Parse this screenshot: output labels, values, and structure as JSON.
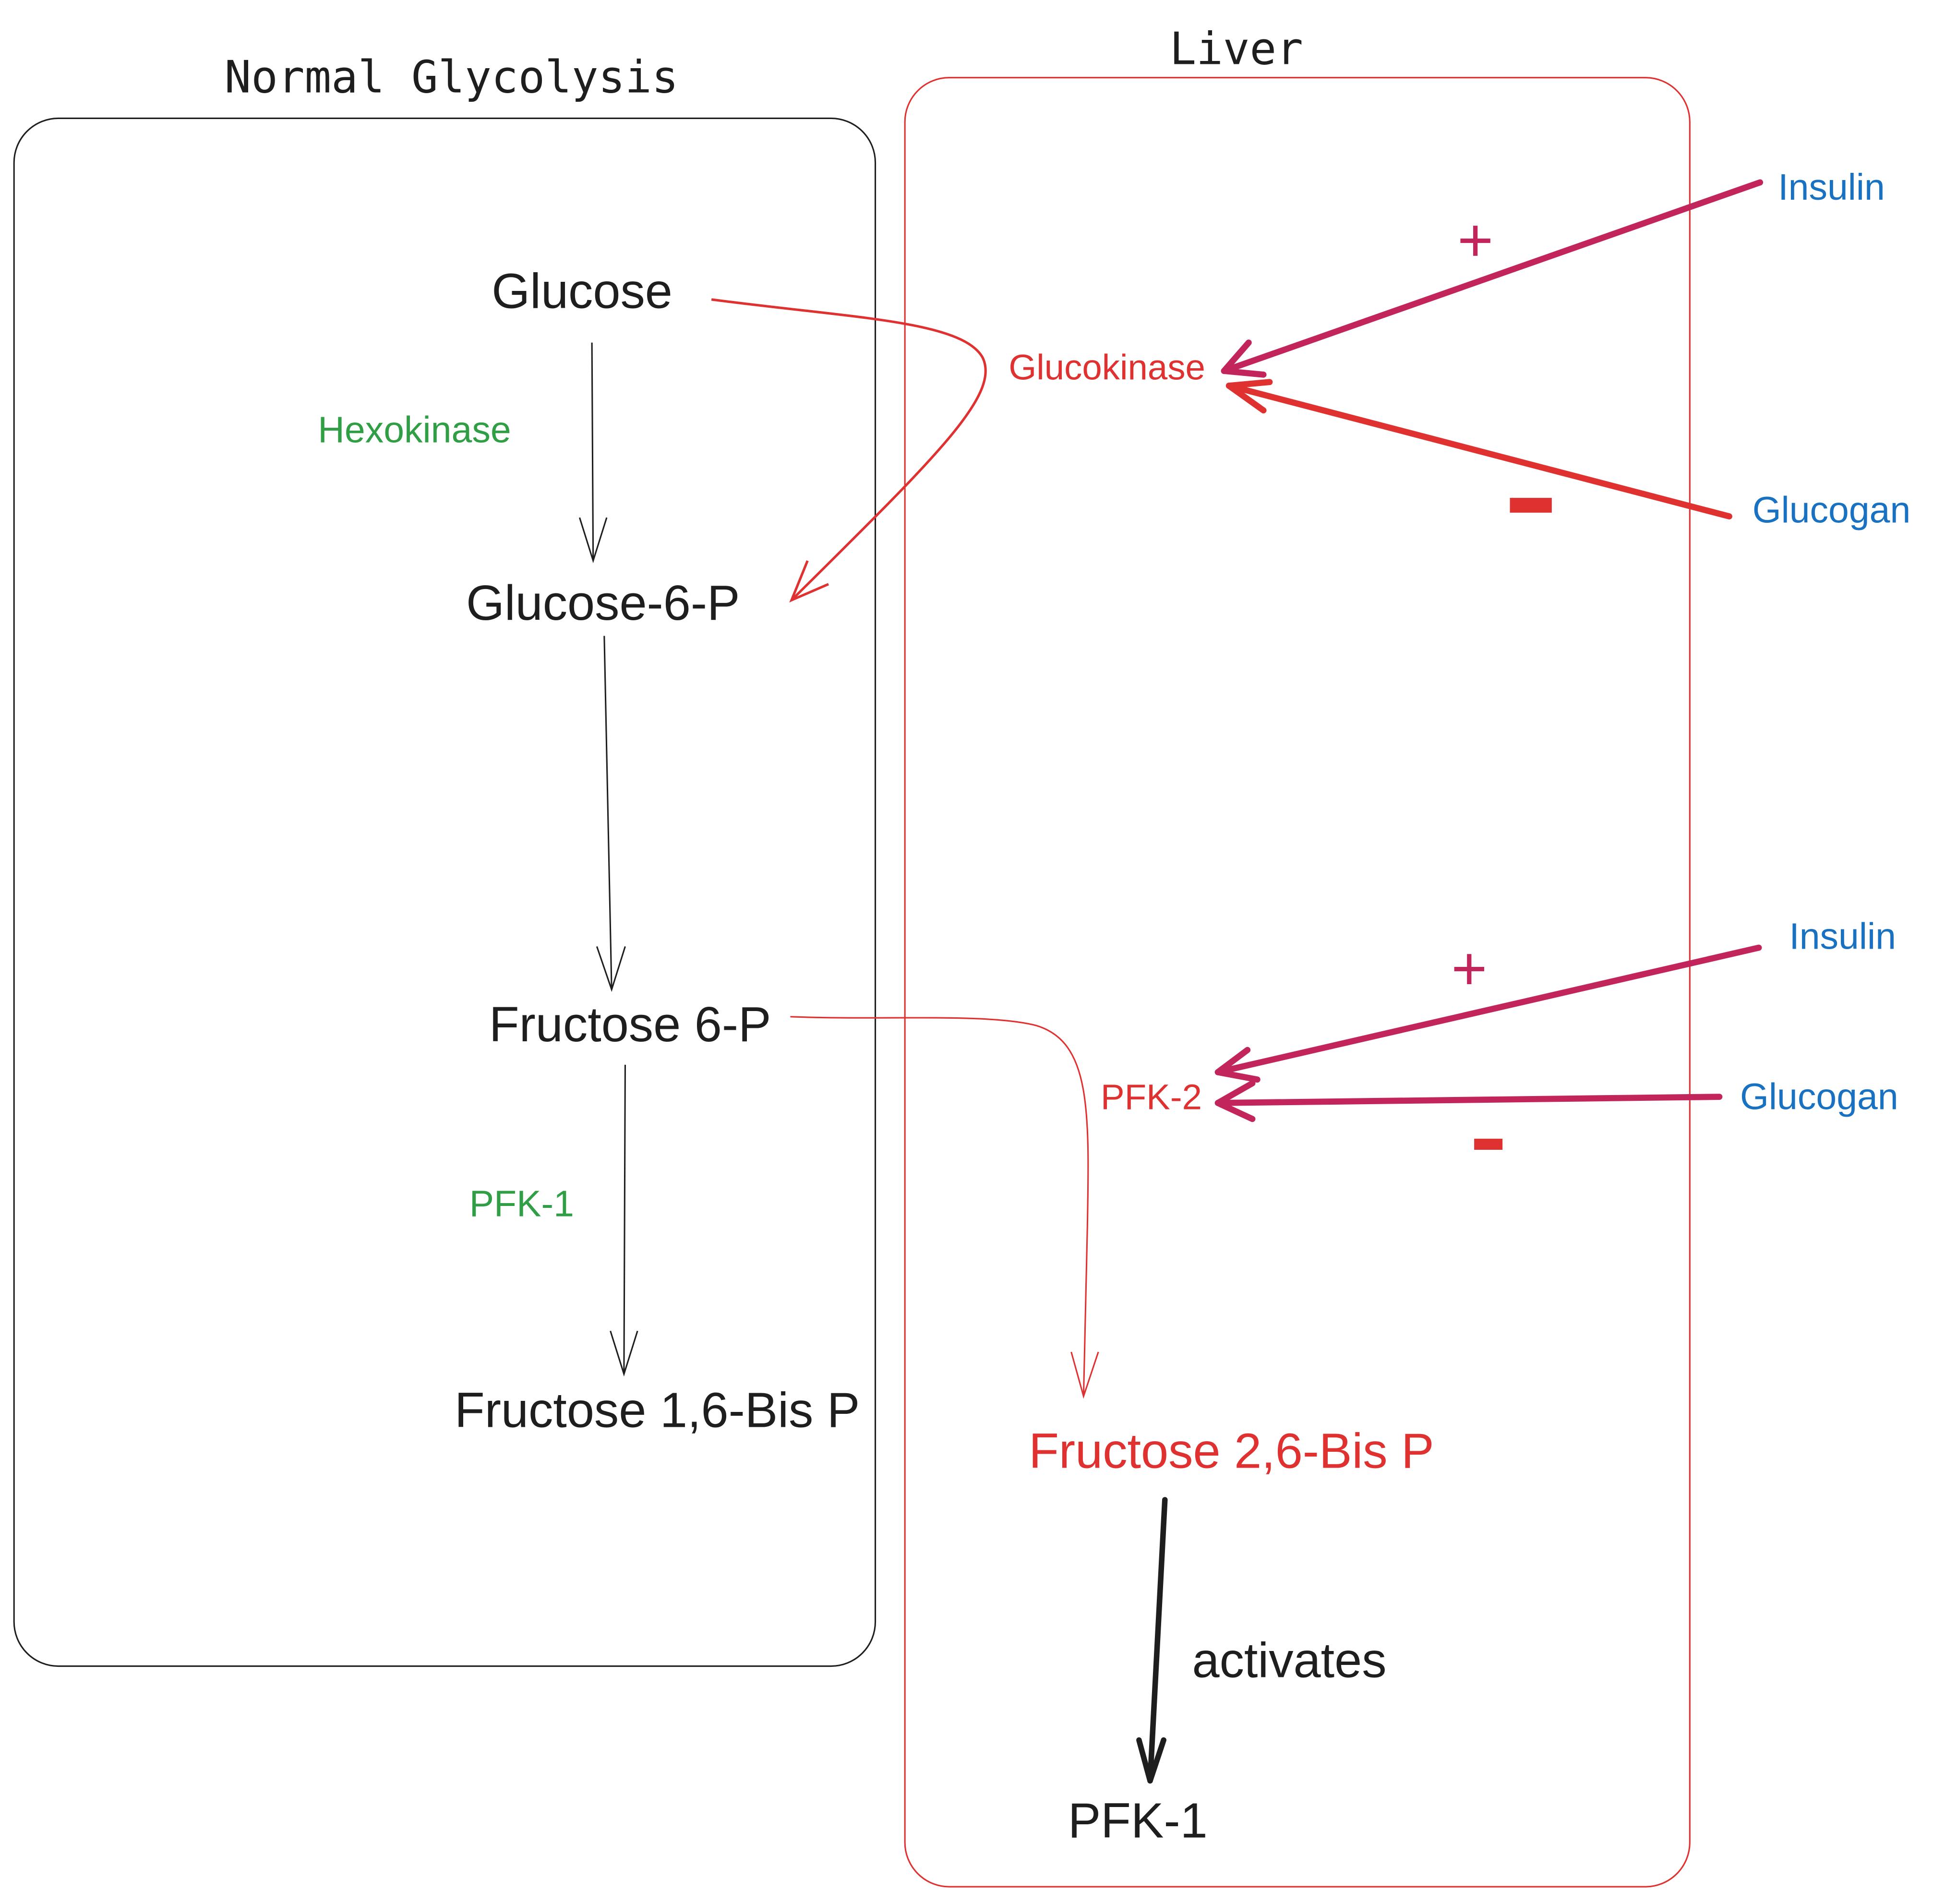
{
  "colors": {
    "black": "#1e1e1e",
    "red": "#e03131",
    "magenta": "#c2255c",
    "blue": "#1971c2",
    "green": "#2f9e44"
  },
  "panels": {
    "normal": {
      "title": "Normal Glycolysis"
    },
    "liver": {
      "title": "Liver"
    }
  },
  "normal": {
    "glucose": "Glucose",
    "hexokinase": "Hexokinase",
    "glucose6p": "Glucose-6-P",
    "fructose6p": "Fructose 6-P",
    "pfk1": "PFK-1",
    "fructose16bp": "Fructose 1,6-Bis P"
  },
  "liver": {
    "glucokinase": "Glucokinase",
    "insulin_top": "Insulin",
    "glucagon_top": "Glucogan",
    "plus_top": "+",
    "minus_top": "-",
    "pfk2": "PFK-2",
    "insulin_bottom": "Insulin",
    "glucagon_bottom": "Glucogan",
    "plus_bottom": "+",
    "minus_bottom": "-",
    "fructose26bp": "Fructose 2,6-Bis P",
    "activates": "activates",
    "pfk1": "PFK-1"
  }
}
